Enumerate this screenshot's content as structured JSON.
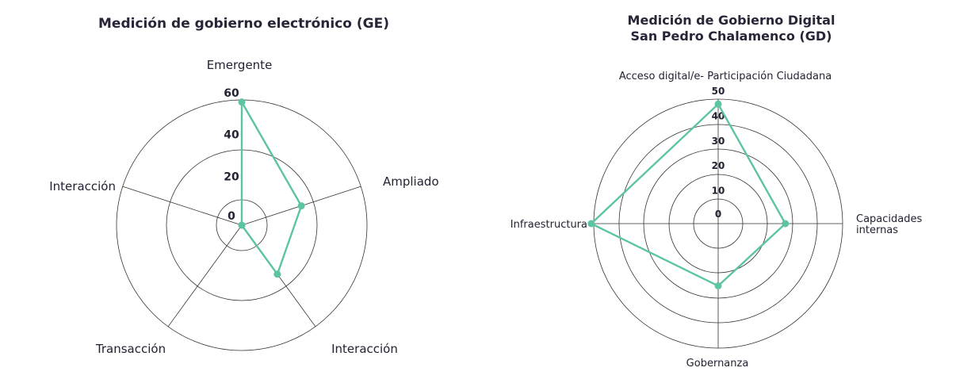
{
  "chart_data": [
    {
      "type": "radar",
      "title": "Medición de gobierno electrónico (GE)",
      "axes": [
        "Emergente",
        "Ampliado",
        "Interacción",
        "Transacción",
        "Interacción"
      ],
      "rticks": [
        "0",
        "20",
        "40",
        "60"
      ],
      "rlim": [
        0,
        60
      ],
      "grid": true,
      "series": [
        {
          "values": [
            59,
            30,
            29,
            0,
            0
          ],
          "color": "#5cc4a0"
        }
      ]
    },
    {
      "type": "radar",
      "title_lines": [
        "Medición de Gobierno Digital",
        "San Pedro Chalamenco (GD)"
      ],
      "axes": [
        "Acceso digital/e- Participación Ciudadana",
        "Capacidades internas",
        "Gobernanza",
        "Infraestructura"
      ],
      "axis_label_lines": [
        [
          "Acceso digital/e- Participación Ciudadana"
        ],
        [
          "Capacidades",
          "internas"
        ],
        [
          "Gobernanza"
        ],
        [
          "Infraestructura"
        ]
      ],
      "rticks": [
        "0",
        "10",
        "20",
        "30",
        "40",
        "50"
      ],
      "rlim": [
        0,
        50
      ],
      "grid": true,
      "series": [
        {
          "values": [
            48,
            27,
            25,
            51
          ],
          "color": "#5cc4a0"
        }
      ]
    }
  ]
}
